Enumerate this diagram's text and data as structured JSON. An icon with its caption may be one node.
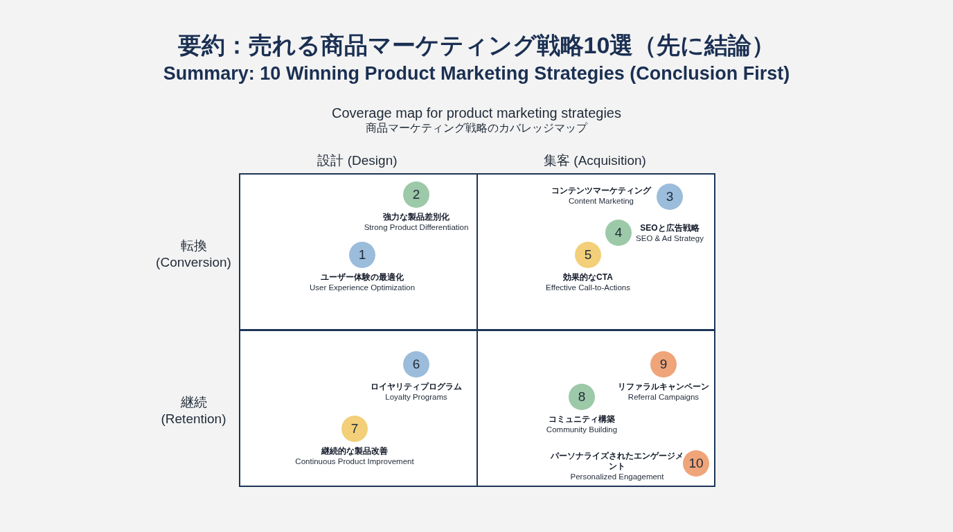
{
  "diagram": {
    "title": "要約：売れる商品マーケティング戦略10選（先に結論）",
    "nodes": [
      {
        "text": [],
        "shape": "box"
      },
      {
        "text": [],
        "shape": "box"
      },
      {
        "text": [],
        "shape": "box"
      },
      {
        "text": [],
        "shape": "box"
      },
      {
        "text": [
          "2"
        ],
        "in": 0,
        "beside": [
          "強力な製品差別化",
          "Strong Product Differentiation"
        ]
      },
      {
        "text": [
          "1"
        ],
        "in": 0,
        "beside": [
          "ユーザー体験の最適化",
          "User Experience Optimization"
        ]
      },
      {
        "text": [
          "3"
        ],
        "in": 1,
        "beside": [
          "コンテンツマーケティング",
          "Content Marketing"
        ]
      },
      {
        "text": [
          "4"
        ],
        "in": 1,
        "beside": [
          "SEOと広告戦略",
          "SEO & Ad Strategy"
        ]
      },
      {
        "text": [
          "5"
        ],
        "in": 1,
        "beside": [
          "効果的なCTA",
          "Effective Call-to-Actions"
        ]
      },
      {
        "text": [
          "6"
        ],
        "in": 2,
        "beside": [
          "ロイヤリティプログラム",
          "Loyalty Programs"
        ]
      },
      {
        "text": [
          "7"
        ],
        "in": 2,
        "beside": [
          "継続的な製品改善",
          "Continuous Product Improvement"
        ]
      },
      {
        "text": [
          "9"
        ],
        "in": 3,
        "beside": [
          "リファラルキャンペーン",
          "Referral Campaigns"
        ]
      },
      {
        "text": [
          "8"
        ],
        "in": 3,
        "beside": [
          "コミュニティ構築",
          "Community Building"
        ]
      },
      {
        "text": [
          "10"
        ],
        "in": 3,
        "beside": [
          "パーソナライズされたエンゲージメント",
          "Personalized Engagement"
        ]
      }
    ],
    "labels": [
      "Summary: 10 Winning Product Marketing Strategies (Conclusion First)",
      "Coverage map for product marketing strategies",
      "商品マーケティング戦略のカバレッジマップ",
      "設計 (Design)",
      "集客 (Acquisition)",
      "転換 (Conversion)",
      "継続 (Retention)"
    ]
  }
}
